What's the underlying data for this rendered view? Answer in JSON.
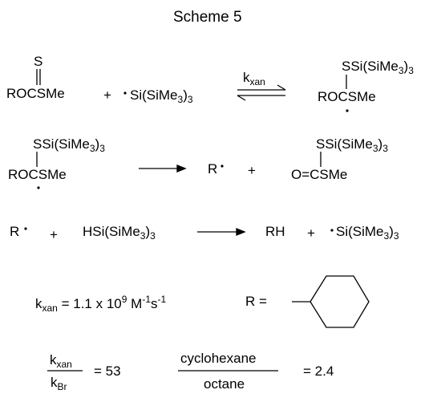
{
  "title": "Scheme 5",
  "row1": {
    "xanthate_S": "S",
    "xanthate": "ROCSMe",
    "plus": "+",
    "radical_pre": "Si(SiMe",
    "radical_sub": "3",
    "radical_post": ")",
    "radical_sub2": "3",
    "rate_k": "k",
    "rate_sub": "xan",
    "adduct_top_pre": "SSi(SiMe",
    "adduct_top_sub": "3",
    "adduct_top_post": ")",
    "adduct_top_sub2": "3",
    "adduct": "ROCSMe"
  },
  "row2": {
    "adduct_top_pre": "SSi(SiMe",
    "adduct_top_sub": "3",
    "adduct_top_post": ")",
    "adduct_top_sub2": "3",
    "adduct": "ROCSMe",
    "R": "R",
    "plus": "+",
    "prod_top_pre": "SSi(SiMe",
    "prod_top_sub": "3",
    "prod_top_post": ")",
    "prod_top_sub2": "3",
    "prod": "O=CSMe"
  },
  "row3": {
    "R": "R",
    "plus1": "+",
    "hydride_pre": "HSi(SiMe",
    "hydride_sub": "3",
    "hydride_post": ")",
    "hydride_sub2": "3",
    "RH": "RH",
    "plus2": "+",
    "radical_pre": "Si(SiMe",
    "radical_sub": "3",
    "radical_post": ")",
    "radical_sub2": "3"
  },
  "rate": {
    "k": "k",
    "k_sub": "xan",
    "eq": "= 1.1 x 10",
    "exp": "9",
    "units_M": "M",
    "units_M_exp": "-1",
    "units_s": "s",
    "units_s_exp": "-1",
    "R_eq": "R ="
  },
  "ratios": {
    "num_k": "k",
    "num_sub": "xan",
    "den_k": "k",
    "den_sub": "Br",
    "eq1": "= 53",
    "num2": "cyclohexane",
    "den2": "octane",
    "eq2": "= 2.4"
  }
}
